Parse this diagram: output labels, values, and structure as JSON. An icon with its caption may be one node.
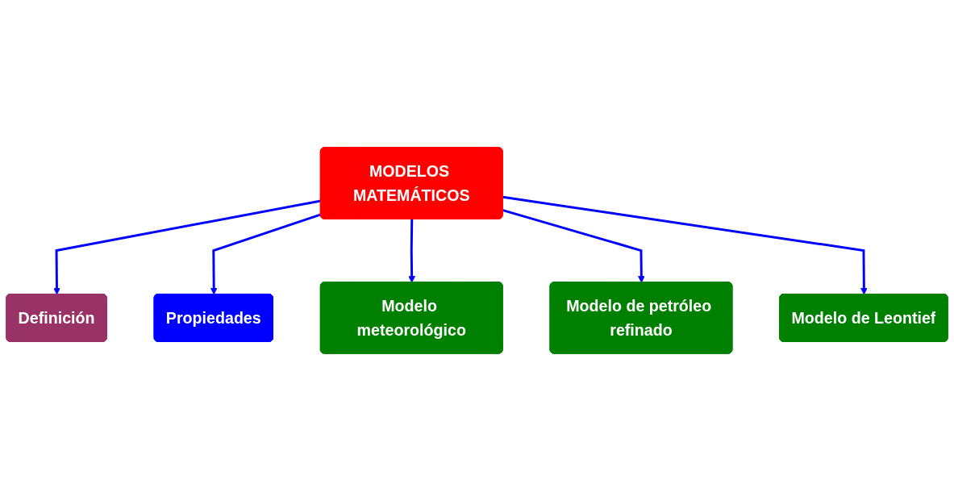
{
  "diagram": {
    "nodes": [
      {
        "text": [
          "Definición"
        ]
      },
      {
        "text": [
          "Propiedades"
        ]
      },
      {
        "text": [
          "MODELOS MATEMÁTICOS"
        ]
      },
      {
        "text": [
          "Modelo meteorológico"
        ]
      },
      {
        "text": [
          "Modelo de petróleo refinado"
        ]
      },
      {
        "text": [
          "Modelo de Leontief"
        ]
      }
    ],
    "edges": [
      {
        "from": 2,
        "to": 0,
        "arrow": "to"
      },
      {
        "from": 2,
        "to": 1,
        "arrow": "to"
      },
      {
        "from": 2,
        "to": 3,
        "arrow": "to"
      },
      {
        "from": 2,
        "to": 4,
        "arrow": "to"
      },
      {
        "from": 2,
        "to": 5,
        "arrow": "to"
      }
    ]
  }
}
